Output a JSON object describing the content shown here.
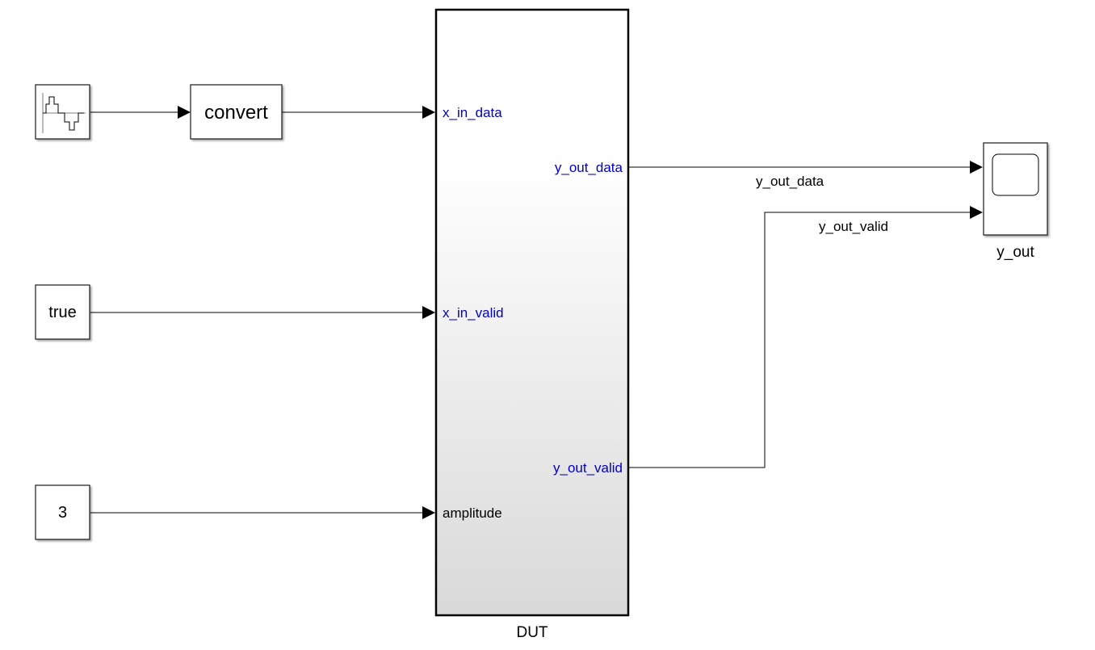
{
  "blocks": {
    "source_wave": {
      "icon": "staircase-wave-icon"
    },
    "convert": {
      "label": "convert"
    },
    "valid_const": {
      "label": "true"
    },
    "amp_const": {
      "label": "3"
    },
    "dut": {
      "name": "DUT",
      "inputs": [
        "x_in_data",
        "x_in_valid",
        "amplitude"
      ],
      "outputs": [
        "y_out_data",
        "y_out_valid"
      ]
    },
    "scope": {
      "name": "y_out",
      "icon": "scope-screen-icon"
    }
  },
  "signals": {
    "y_out_data": "y_out_data",
    "y_out_valid": "y_out_valid"
  },
  "colors": {
    "port_label": "#0000c8",
    "line": "#000000"
  }
}
